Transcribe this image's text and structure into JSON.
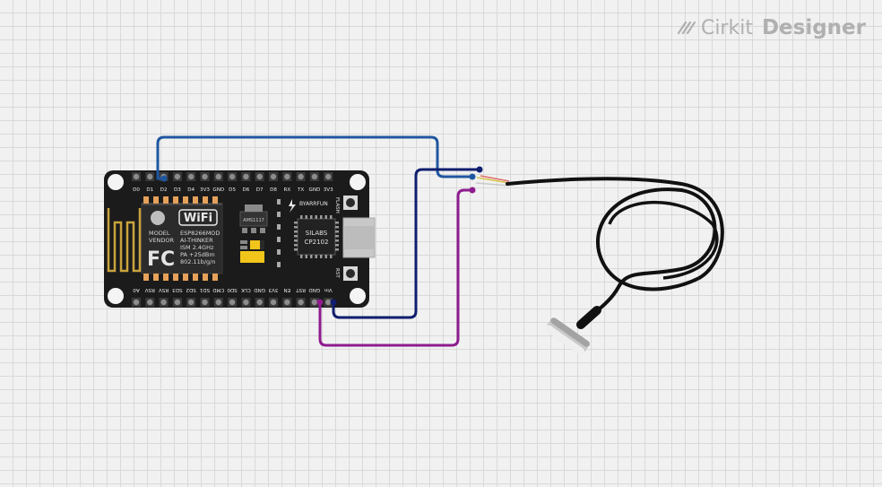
{
  "brand": {
    "name": "Cirkit",
    "product": "Designer",
    "icon": "cirkit-logo-icon",
    "color": "#b0b0b0"
  },
  "board": {
    "top_pins": [
      "D0",
      "D1",
      "D2",
      "D3",
      "D4",
      "3V3",
      "GND",
      "D5",
      "D6",
      "D7",
      "D8",
      "RX",
      "TX",
      "GND",
      "3V3"
    ],
    "bottom_pins": [
      "A0",
      "RSV",
      "RSV",
      "SD3",
      "SD2",
      "SD1",
      "CMD",
      "SD0",
      "CLK",
      "GND",
      "3V3",
      "EN",
      "RST",
      "GND",
      "Vin"
    ],
    "module_lines": [
      "MODEL",
      "VENDOR"
    ],
    "module_text": [
      "ESP8266MOD",
      "AI-THINKER",
      "ISM 2.4GHz",
      "PA +25dBm",
      "802.11b/g/n"
    ],
    "wifi_label": "WiFi",
    "fcc_label": "FC",
    "regulator": "AMS1117",
    "usb_chip": [
      "SILABS",
      "CP2102"
    ],
    "maker": "BYARRFUN",
    "flash_label": "FLASH",
    "rst_label": "RST"
  },
  "wires": {
    "data_color": "#1f56a0",
    "vcc_color": "#0f1e6e",
    "gnd_color": "#8e1c8e"
  },
  "sensor": {
    "icon": "temperature-probe-icon",
    "lead_colors": [
      "#d7c44a",
      "#e06d6d",
      "#c8c8c8"
    ]
  }
}
